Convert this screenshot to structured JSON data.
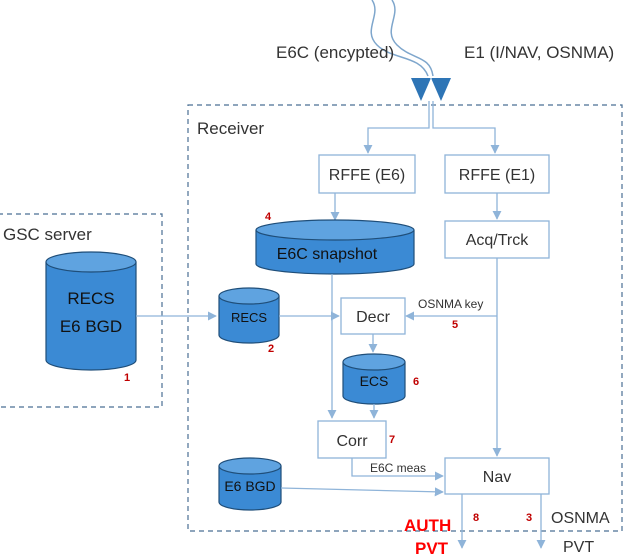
{
  "signals": {
    "e6c": "E6C (encypted)",
    "e1": "E1 (I/NAV, OSNMA)"
  },
  "containers": {
    "receiver": "Receiver",
    "gsc": "GSC server"
  },
  "boxes": {
    "rffe_e6": "RFFE (E6)",
    "rffe_e1": "RFFE (E1)",
    "acq": "Acq/Trck",
    "decr": "Decr",
    "corr": "Corr",
    "nav": "Nav"
  },
  "cylinders": {
    "recs_server_line1": "RECS",
    "recs_server_line2": "E6 BGD",
    "e6c_snapshot": "E6C snapshot",
    "recs": "RECS",
    "ecs": "ECS",
    "e6_bgd": "E6 BGD"
  },
  "edge_labels": {
    "osnma_key": "OSNMA key",
    "e6c_meas": "E6C meas",
    "osnma_out": "OSNMA",
    "pvt_out": "PVT",
    "auth": "AUTH",
    "pvt_red": "PVT"
  },
  "markers": {
    "m1": "1",
    "m2": "2",
    "m3": "3",
    "m4": "4",
    "m5": "5",
    "m6": "6",
    "m7": "7",
    "m8": "8"
  },
  "colors": {
    "cylinder_fill": "#3b8ad4",
    "cylinder_top": "#5fa3e0",
    "cylinder_stroke": "#1f4e79",
    "arrow": "#8fb4d9",
    "antenna": "#2e75b6",
    "box_stroke": "#8fb4d9",
    "dash": "#4a6f94",
    "marker": "#c00000",
    "auth": "#ff0000"
  }
}
